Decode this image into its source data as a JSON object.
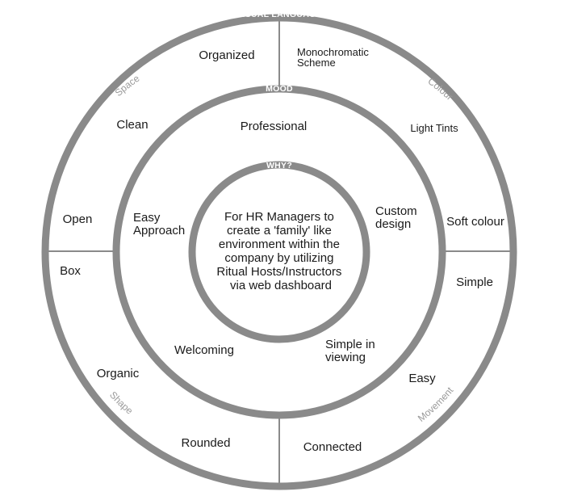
{
  "rings": {
    "outer_label": "VISUAL LANGUAGE",
    "middle_label": "MOOD",
    "inner_label": "WHY?"
  },
  "center_text": [
    "For HR Managers to",
    "create a 'family' like",
    "environment within the",
    "company by utilizing",
    "Ritual Hosts/Instructors",
    "via web dashboard"
  ],
  "categories": {
    "space": "Space",
    "colour": "Colour",
    "shape": "Shape",
    "movement": "Movement"
  },
  "outer_words": {
    "organized": "Organized",
    "monochromatic": [
      "Monochromatic",
      "Scheme"
    ],
    "clean": "Clean",
    "light_tints": "Light Tints",
    "open": "Open",
    "soft_colour": "Soft colour",
    "box": "Box",
    "simple": "Simple",
    "organic": "Organic",
    "easy": "Easy",
    "rounded": "Rounded",
    "connected": "Connected"
  },
  "mood_words": {
    "professional": "Professional",
    "easy_approach": [
      "Easy",
      "Approach"
    ],
    "custom_design": [
      "Custom",
      "design"
    ],
    "welcoming": "Welcoming",
    "simple_viewing": [
      "Simple in",
      "viewing"
    ]
  },
  "colors": {
    "ring": "#8a8a8a",
    "divider": "#8a8a8a",
    "category_text": "#9a9a9a",
    "text": "#1a1a1a",
    "label_text": "#ffffff"
  }
}
